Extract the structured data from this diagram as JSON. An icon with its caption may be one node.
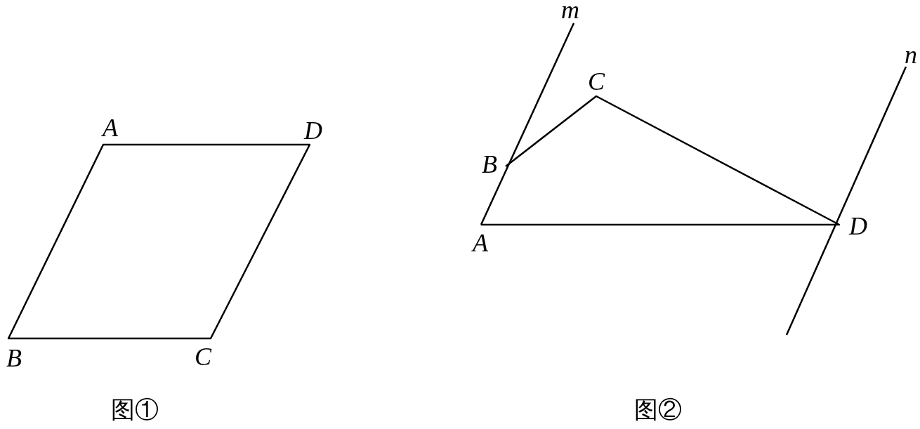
{
  "diagram": {
    "labels": [
      "A",
      "D",
      "B",
      "C",
      "图①",
      "m",
      "C",
      "n",
      "B",
      "D",
      "A",
      "图②"
    ]
  }
}
